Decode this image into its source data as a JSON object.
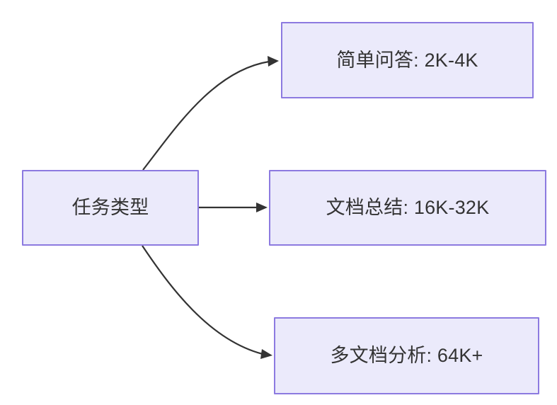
{
  "diagram": {
    "type": "flowchart",
    "direction": "left-to-right",
    "background_color": "#ffffff",
    "node_fill_color": "#ebeafb",
    "node_border_color": "#8c7ae0",
    "node_text_color": "#333333",
    "edge_color": "#333333",
    "nodes": [
      {
        "id": "source",
        "label": "任务类型",
        "role": "root"
      },
      {
        "id": "simple_qa",
        "label": "简单问答: 2K-4K",
        "role": "leaf"
      },
      {
        "id": "doc_summary",
        "label": "文档总结: 16K-32K",
        "role": "leaf"
      },
      {
        "id": "multi_doc",
        "label": "多文档分析: 64K+",
        "role": "leaf"
      }
    ],
    "edges": [
      {
        "id": "edge-source-simple-qa",
        "from": "source",
        "to": "simple_qa",
        "style": "curved",
        "arrowhead": "filled-triangle",
        "label": ""
      },
      {
        "id": "edge-source-doc-summary",
        "from": "source",
        "to": "doc_summary",
        "style": "straight",
        "arrowhead": "filled-triangle",
        "label": ""
      },
      {
        "id": "edge-source-multi-doc",
        "from": "source",
        "to": "multi_doc",
        "style": "curved",
        "arrowhead": "filled-triangle",
        "label": ""
      }
    ]
  }
}
